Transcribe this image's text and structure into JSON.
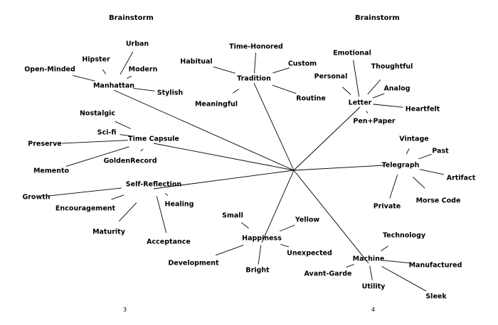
{
  "headers": [
    "Brainstorm",
    "Brainstorm"
  ],
  "page_numbers": [
    "3",
    "4"
  ],
  "center_topic": "",
  "clusters": [
    {
      "id": "manhattan",
      "label": "Manhattan",
      "children": [
        "Urban",
        "Hipster",
        "Modern",
        "Open-Minded",
        "Stylish"
      ]
    },
    {
      "id": "tradition",
      "label": "Tradition",
      "children": [
        "Time-Honored",
        "Habitual",
        "Custom",
        "Meaningful",
        "Routine"
      ]
    },
    {
      "id": "letter",
      "label": "Letter",
      "children": [
        "Emotional",
        "Personal",
        "Thoughtful",
        "Analog",
        "Heartfelt",
        "Pen+Paper"
      ]
    },
    {
      "id": "time-capsule",
      "label": "Time Capsule",
      "children": [
        "Nostalgic",
        "Sci-fi",
        "Preserve",
        "GoldenRecord",
        "Memento"
      ]
    },
    {
      "id": "telegraph",
      "label": "Telegraph",
      "children": [
        "Vintage",
        "Past",
        "Artifact",
        "Morse Code",
        "Private"
      ]
    },
    {
      "id": "self-reflection",
      "label": "Self-Reflection",
      "children": [
        "Growth",
        "Encouragement",
        "Healing",
        "Maturity",
        "Acceptance"
      ]
    },
    {
      "id": "happiness",
      "label": "Happiness",
      "children": [
        "Small",
        "Yellow",
        "Unexpected",
        "Development",
        "Bright"
      ]
    },
    {
      "id": "machine",
      "label": "Machine",
      "children": [
        "Technology",
        "Manufactured",
        "Avant-Garde",
        "Utility",
        "Sleek"
      ]
    }
  ]
}
